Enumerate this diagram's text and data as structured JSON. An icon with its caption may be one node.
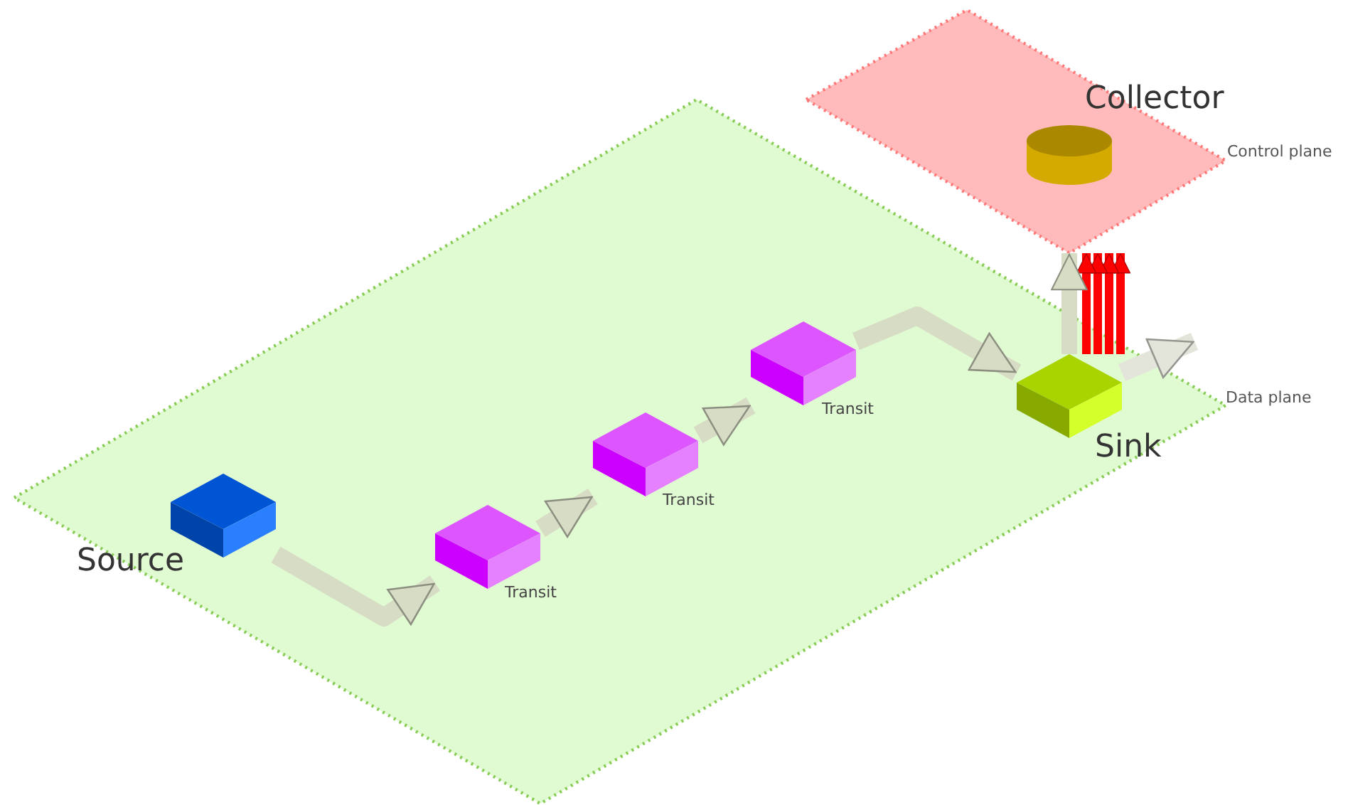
{
  "diagram": {
    "nodes": [
      {
        "text": [
          "Data plane"
        ]
      },
      {
        "text": [
          "Source"
        ],
        "in": 0
      },
      {
        "text": [
          "Transit"
        ],
        "in": 0
      },
      {
        "text": [
          "Transit"
        ],
        "in": 0
      },
      {
        "text": [
          "Transit"
        ],
        "in": 0
      },
      {
        "text": [
          "Sink"
        ],
        "in": 0
      },
      {
        "text": [
          "Control plane"
        ]
      },
      {
        "text": [
          "Collector"
        ],
        "in": 6
      }
    ],
    "edges": [
      {
        "from": 1,
        "to": 2,
        "arrow": "to"
      },
      {
        "from": 2,
        "to": 3,
        "arrow": "to"
      },
      {
        "from": 3,
        "to": 4,
        "arrow": "to"
      },
      {
        "from": 4,
        "to": 5,
        "arrow": "to"
      },
      {
        "from": 5,
        "to": 6,
        "arrow": "to",
        "color": "#ff0000"
      },
      {
        "from": 5,
        "to": 6,
        "arrow": "to",
        "color": "#ff0000"
      },
      {
        "from": 5,
        "to": 6,
        "arrow": "to",
        "color": "#ff0000"
      },
      {
        "from": 5,
        "to": 6,
        "arrow": "to",
        "color": "#ff0000"
      },
      {
        "from": 5,
        "to": 6,
        "arrow": "to"
      },
      {
        "from": 5,
        "to": null,
        "arrow": "to",
        "color": "#e3e4da"
      }
    ]
  }
}
